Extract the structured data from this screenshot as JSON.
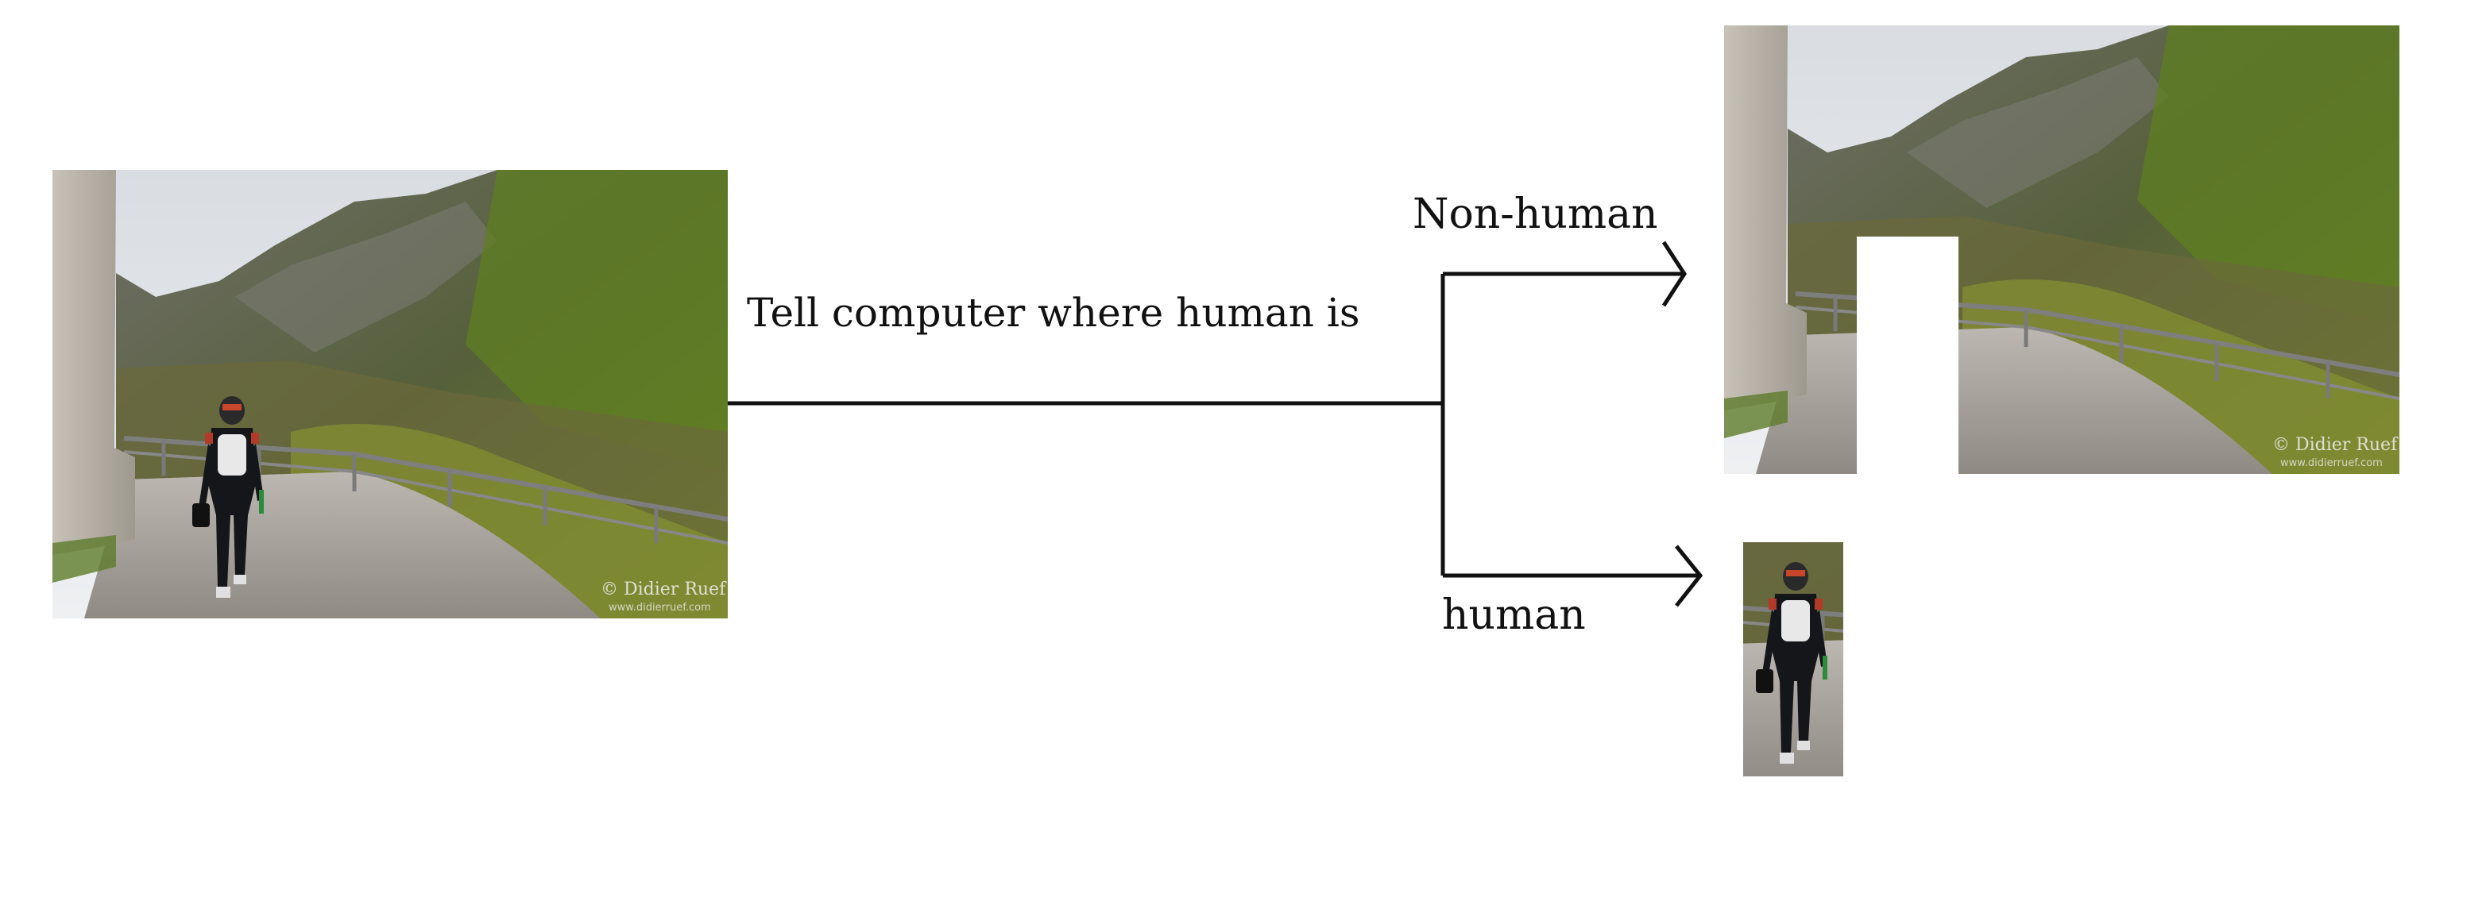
{
  "diagram": {
    "edge_label": "Tell computer where human is",
    "branches": [
      {
        "label": "Non-human"
      },
      {
        "label": "human"
      }
    ],
    "photo": {
      "watermark": "© Didier Ruef",
      "watermark_url": "www.didierruef.com"
    },
    "colors": {
      "line": "#111111",
      "mask": "#ffffff",
      "sky": "#e4e7ea",
      "mountain": "#5a6140",
      "road": "#a29c95"
    }
  }
}
